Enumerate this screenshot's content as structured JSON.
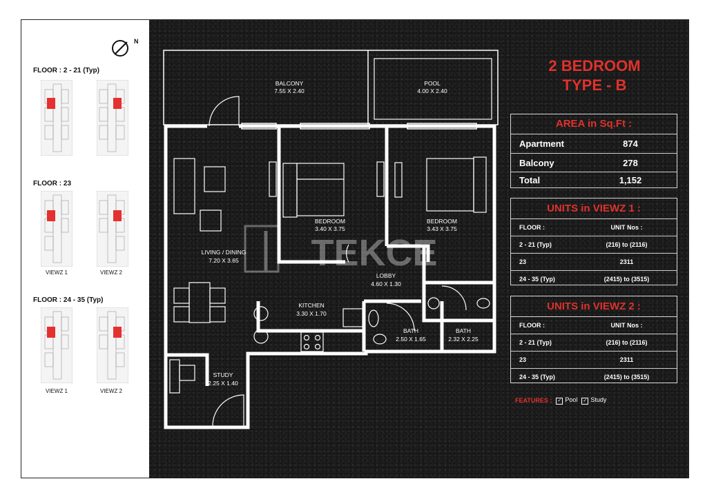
{
  "left": {
    "floors": [
      {
        "label": "FLOOR : 2 - 21 (Typ)"
      },
      {
        "label": "FLOOR : 23",
        "views": [
          "VIEWZ 1",
          "VIEWZ 2"
        ]
      },
      {
        "label": "FLOOR : 24 - 35 (Typ)",
        "views": [
          "VIEWZ 1",
          "VIEWZ 2"
        ]
      }
    ]
  },
  "plan": {
    "rooms": [
      {
        "name": "BALCONY",
        "dims": "7.55 X 2.40"
      },
      {
        "name": "POOL",
        "dims": "4.00 X 2.40"
      },
      {
        "name": "BEDROOM",
        "dims": "3.40 X 3.75"
      },
      {
        "name": "BEDROOM",
        "dims": "3.43 X 3.75"
      },
      {
        "name": "LIVING / DINING",
        "dims": "7.20 X 3.65"
      },
      {
        "name": "LOBBY",
        "dims": "4.60 X 1.30"
      },
      {
        "name": "KITCHEN",
        "dims": "3.30 X 1.70"
      },
      {
        "name": "BATH",
        "dims": "2.50 X 1.65"
      },
      {
        "name": "BATH",
        "dims": "2.32 X 2.25"
      },
      {
        "name": "STUDY",
        "dims": "2.25 X 1.40"
      }
    ],
    "watermark": "TEKCE"
  },
  "title": {
    "line1": "2 BEDROOM",
    "line2": "TYPE - B"
  },
  "area": {
    "heading": "AREA in Sq.Ft :",
    "rows": [
      {
        "label": "Apartment",
        "value": "874"
      },
      {
        "label": "Balcony",
        "value": "278"
      },
      {
        "label": "Total",
        "value": "1,152"
      }
    ]
  },
  "units1": {
    "heading": "UNITS in VIEWZ 1 :",
    "header": {
      "floor": "FLOOR :",
      "units": "UNIT Nos :"
    },
    "rows": [
      {
        "floor": "2 - 21 (Typ)",
        "units": "(216) to (2116)"
      },
      {
        "floor": "23",
        "units": "2311"
      },
      {
        "floor": "24 - 35 (Typ)",
        "units": "(2415) to (3515)"
      }
    ]
  },
  "units2": {
    "heading": "UNITS in VIEWZ 2 :",
    "header": {
      "floor": "FLOOR :",
      "units": "UNIT Nos :"
    },
    "rows": [
      {
        "floor": "2 - 21 (Typ)",
        "units": "(216) to (2116)"
      },
      {
        "floor": "23",
        "units": "2311"
      },
      {
        "floor": "24 - 35 (Typ)",
        "units": "(2415) to (3515)"
      }
    ]
  },
  "features": {
    "label": "FEATURES :",
    "items": [
      "Pool",
      "Study"
    ]
  },
  "colors": {
    "accent": "#e0322c",
    "dark": "#1c1c1c",
    "highlight": "#e53030"
  }
}
